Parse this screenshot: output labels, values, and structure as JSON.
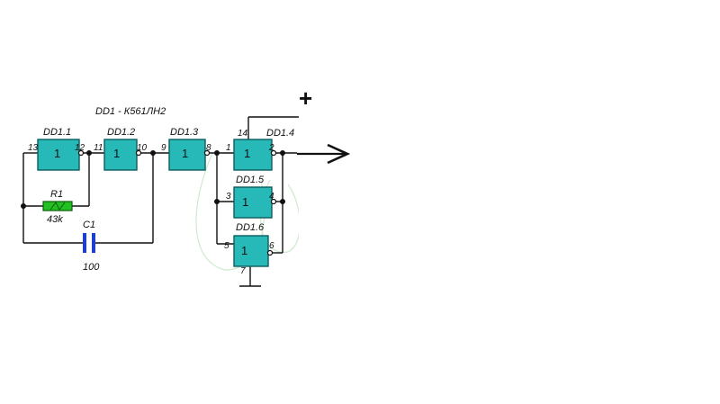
{
  "title": "DD1 - К561ЛН2",
  "gates": [
    {
      "id": "dd11",
      "label": "DD1.1",
      "symbol": "1",
      "in_pin": "13",
      "out_pin": "12"
    },
    {
      "id": "dd12",
      "label": "DD1.2",
      "symbol": "1",
      "in_pin": "11",
      "out_pin": "10"
    },
    {
      "id": "dd13",
      "label": "DD1.3",
      "symbol": "1",
      "in_pin": "9",
      "out_pin": "8"
    },
    {
      "id": "dd14",
      "label": "DD1.4",
      "symbol": "1",
      "in_pin": "1",
      "out_pin": "2",
      "power_pin": "14"
    },
    {
      "id": "dd15",
      "label": "DD1.5",
      "symbol": "1",
      "in_pin": "3",
      "out_pin": "4"
    },
    {
      "id": "dd16",
      "label": "DD1.6",
      "symbol": "1",
      "in_pin": "5",
      "out_pin": "6",
      "ground_pin": "7"
    }
  ],
  "components": {
    "resistor": {
      "ref": "R1",
      "value": "43k"
    },
    "capacitor": {
      "ref": "C1",
      "value": "100"
    }
  },
  "supply": {
    "plus": "+"
  },
  "colors": {
    "gate_fill": "#27b8b8",
    "resistor_fill": "#22c022",
    "capacitor": "#1c3fcf",
    "wire": "#111111"
  }
}
